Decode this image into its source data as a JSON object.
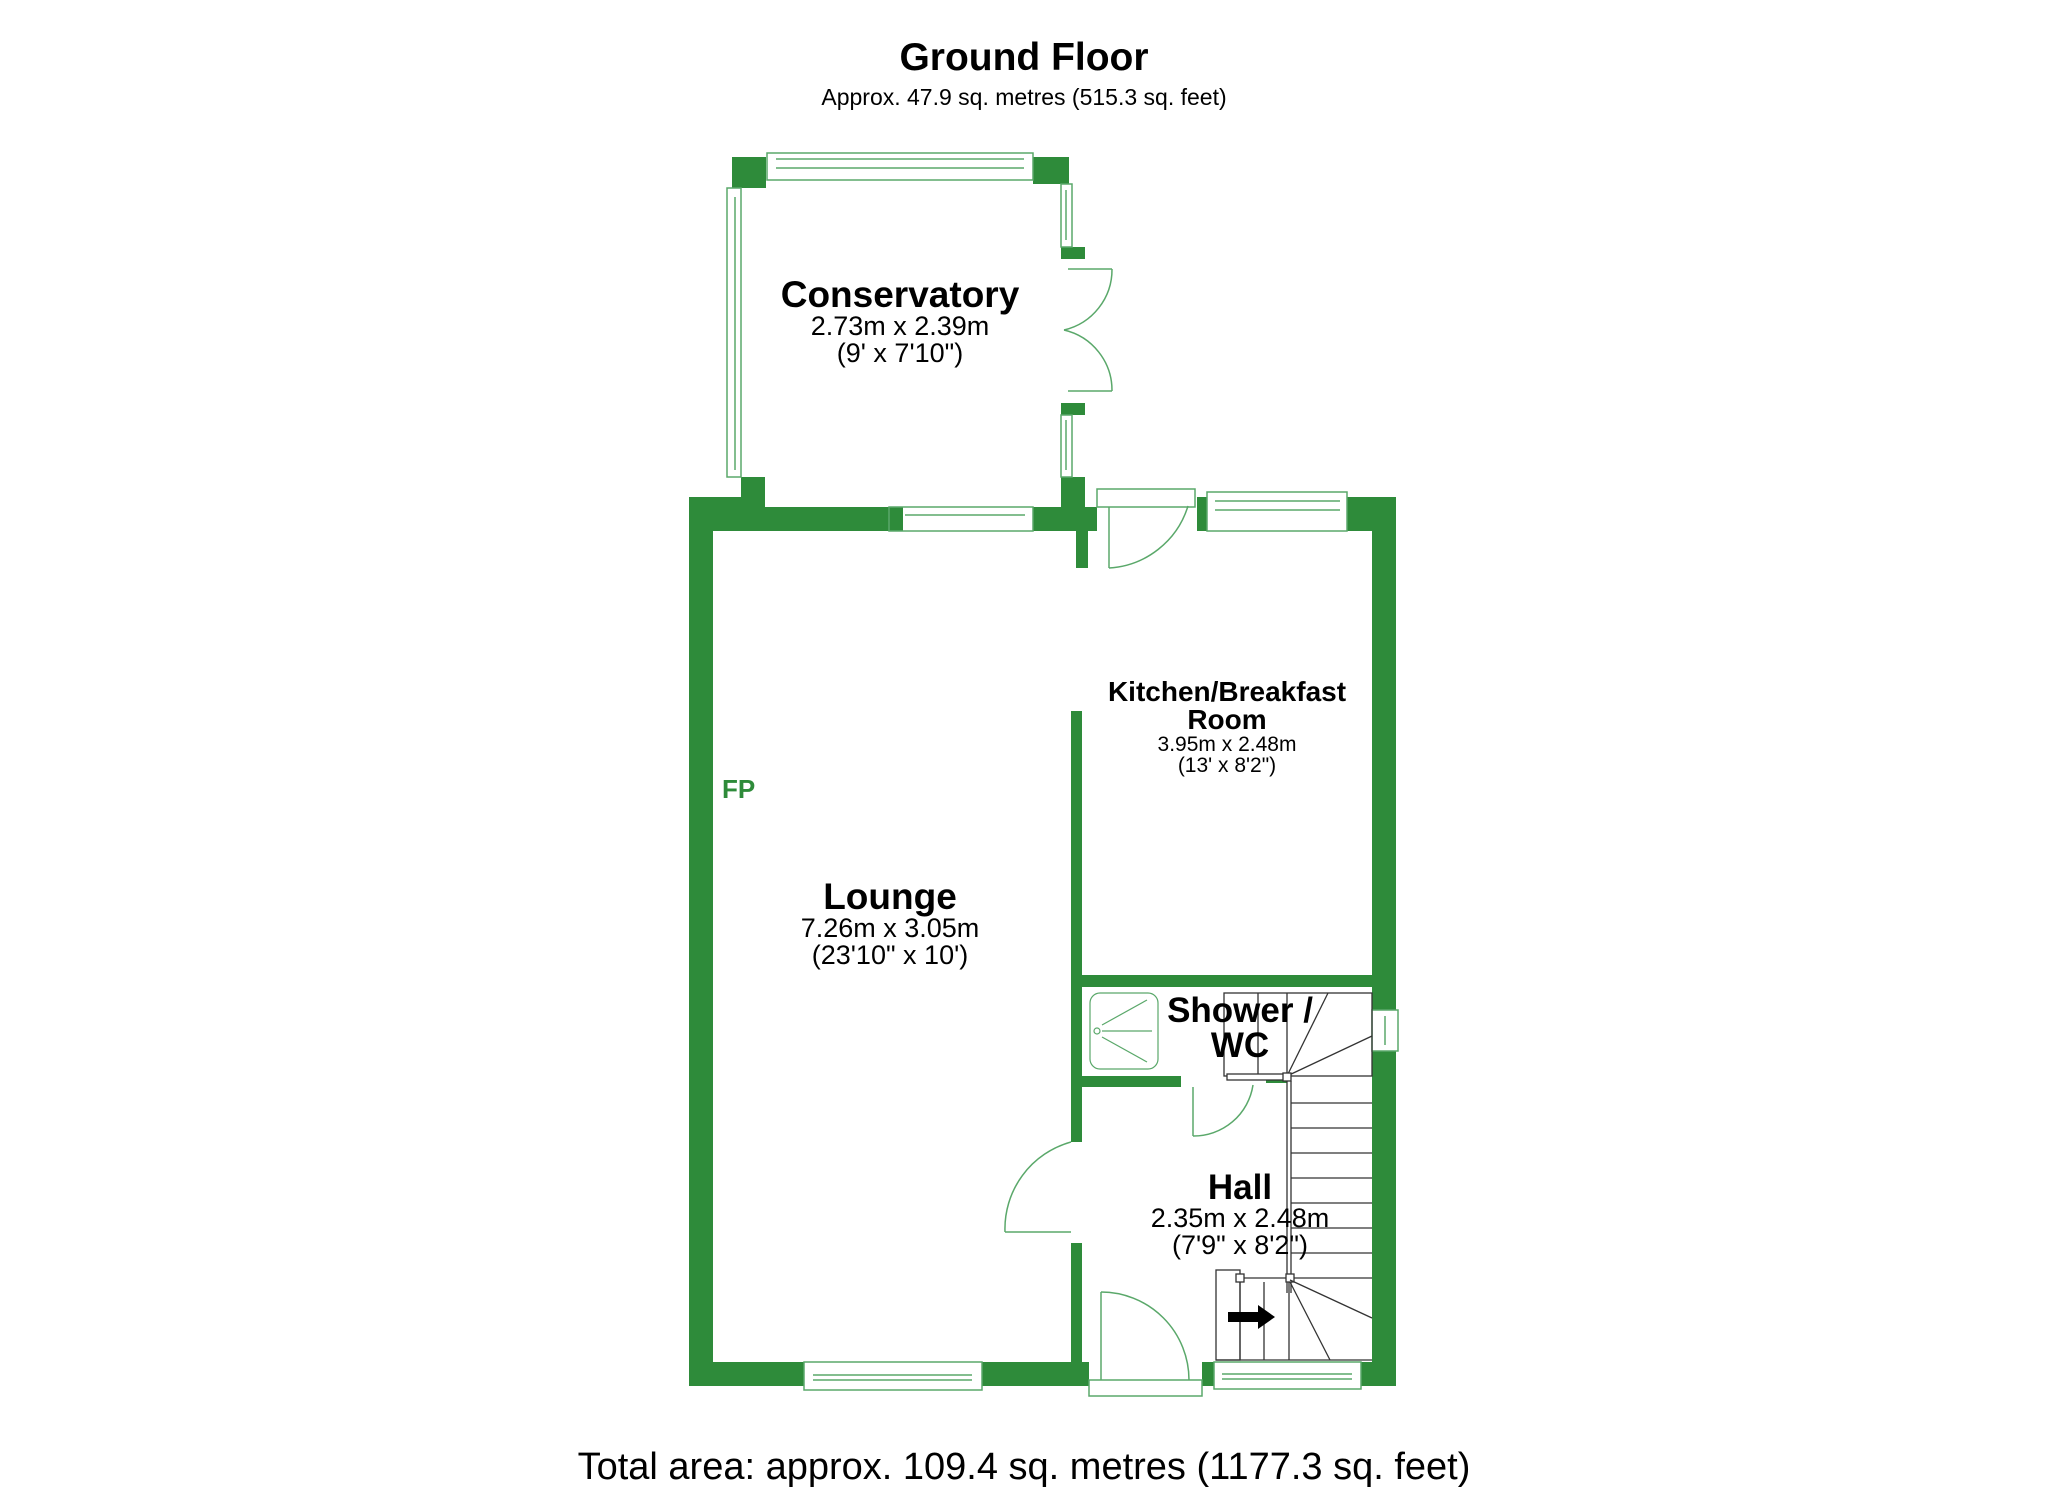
{
  "header": {
    "title": "Ground Floor",
    "subtitle": "Approx. 47.9 sq. metres (515.3 sq. feet)"
  },
  "footer": {
    "total_area": "Total area: approx. 109.4 sq. metres (1177.3 sq. feet)"
  },
  "colors": {
    "wall": "#2e8b3a",
    "fixture_line": "#5aa86a",
    "text": "#000000",
    "background": "#ffffff"
  },
  "rooms": [
    {
      "name": "Conservatory",
      "dim_metric": "2.73m x 2.39m",
      "dim_imperial": "(9' x 7'10\")"
    },
    {
      "name": "Kitchen/Breakfast",
      "name_line2": "Room",
      "dim_metric": "3.95m x 2.48m",
      "dim_imperial": "(13' x 8'2\")"
    },
    {
      "name": "Lounge",
      "dim_metric": "7.26m x 3.05m",
      "dim_imperial": "(23'10\" x 10')"
    },
    {
      "name": "Shower /",
      "name_line2": "WC"
    },
    {
      "name": "Hall",
      "dim_metric": "2.35m x 2.48m",
      "dim_imperial": "(7'9\" x 8'2\")"
    }
  ],
  "annotations": {
    "fireplace": "FP",
    "stairs_direction": "arrow-right-icon"
  }
}
